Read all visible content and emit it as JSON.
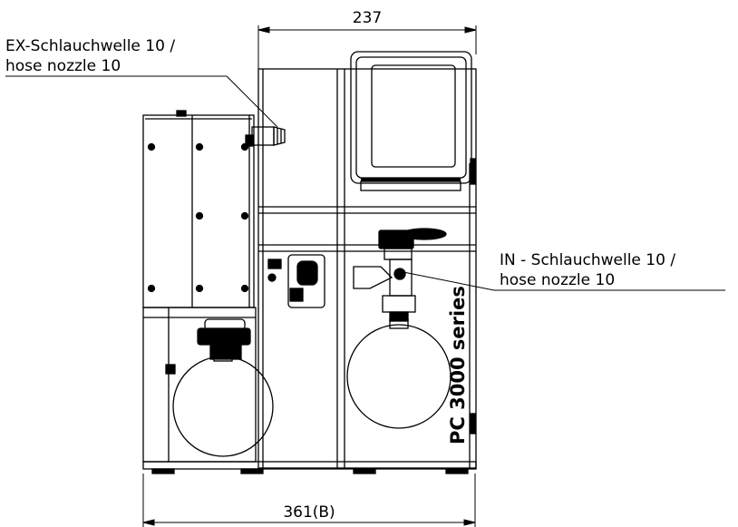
{
  "dimensions": {
    "top_width": "237",
    "bottom_width": "361(B)"
  },
  "callouts": {
    "exhaust_line1": "EX-Schlauchwelle 10 /",
    "exhaust_line2": "hose nozzle 10",
    "inlet_line1": "IN - Schlauchwelle 10 /",
    "inlet_line2": "hose nozzle 10"
  },
  "device": {
    "series_label": "PC 3000 series",
    "logo_icon": "vacuubrand-logo-icon",
    "screen_icon": "display-screen-icon",
    "flask_icon": "round-bottom-flask-icon"
  }
}
